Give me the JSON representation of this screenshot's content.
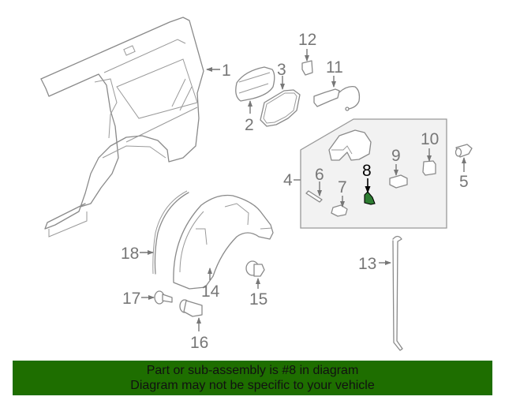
{
  "diagram": {
    "highlighted_part": "8",
    "highlight_color": "#2e7d32",
    "kit_box_fill": "#f2f2f2",
    "callouts": [
      {
        "id": "1",
        "label": "1"
      },
      {
        "id": "2",
        "label": "2"
      },
      {
        "id": "3",
        "label": "3"
      },
      {
        "id": "4",
        "label": "4"
      },
      {
        "id": "5",
        "label": "5"
      },
      {
        "id": "6",
        "label": "6"
      },
      {
        "id": "7",
        "label": "7"
      },
      {
        "id": "8",
        "label": "8"
      },
      {
        "id": "9",
        "label": "9"
      },
      {
        "id": "10",
        "label": "10"
      },
      {
        "id": "11",
        "label": "11"
      },
      {
        "id": "12",
        "label": "12"
      },
      {
        "id": "13",
        "label": "13"
      },
      {
        "id": "14",
        "label": "14"
      },
      {
        "id": "15",
        "label": "15"
      },
      {
        "id": "16",
        "label": "16"
      },
      {
        "id": "17",
        "label": "17"
      },
      {
        "id": "18",
        "label": "18"
      }
    ]
  },
  "banner": {
    "line1": "Part or sub-assembly is #8 in diagram",
    "line2": "Diagram may not be specific to your vehicle",
    "background": "#1e6e00"
  }
}
